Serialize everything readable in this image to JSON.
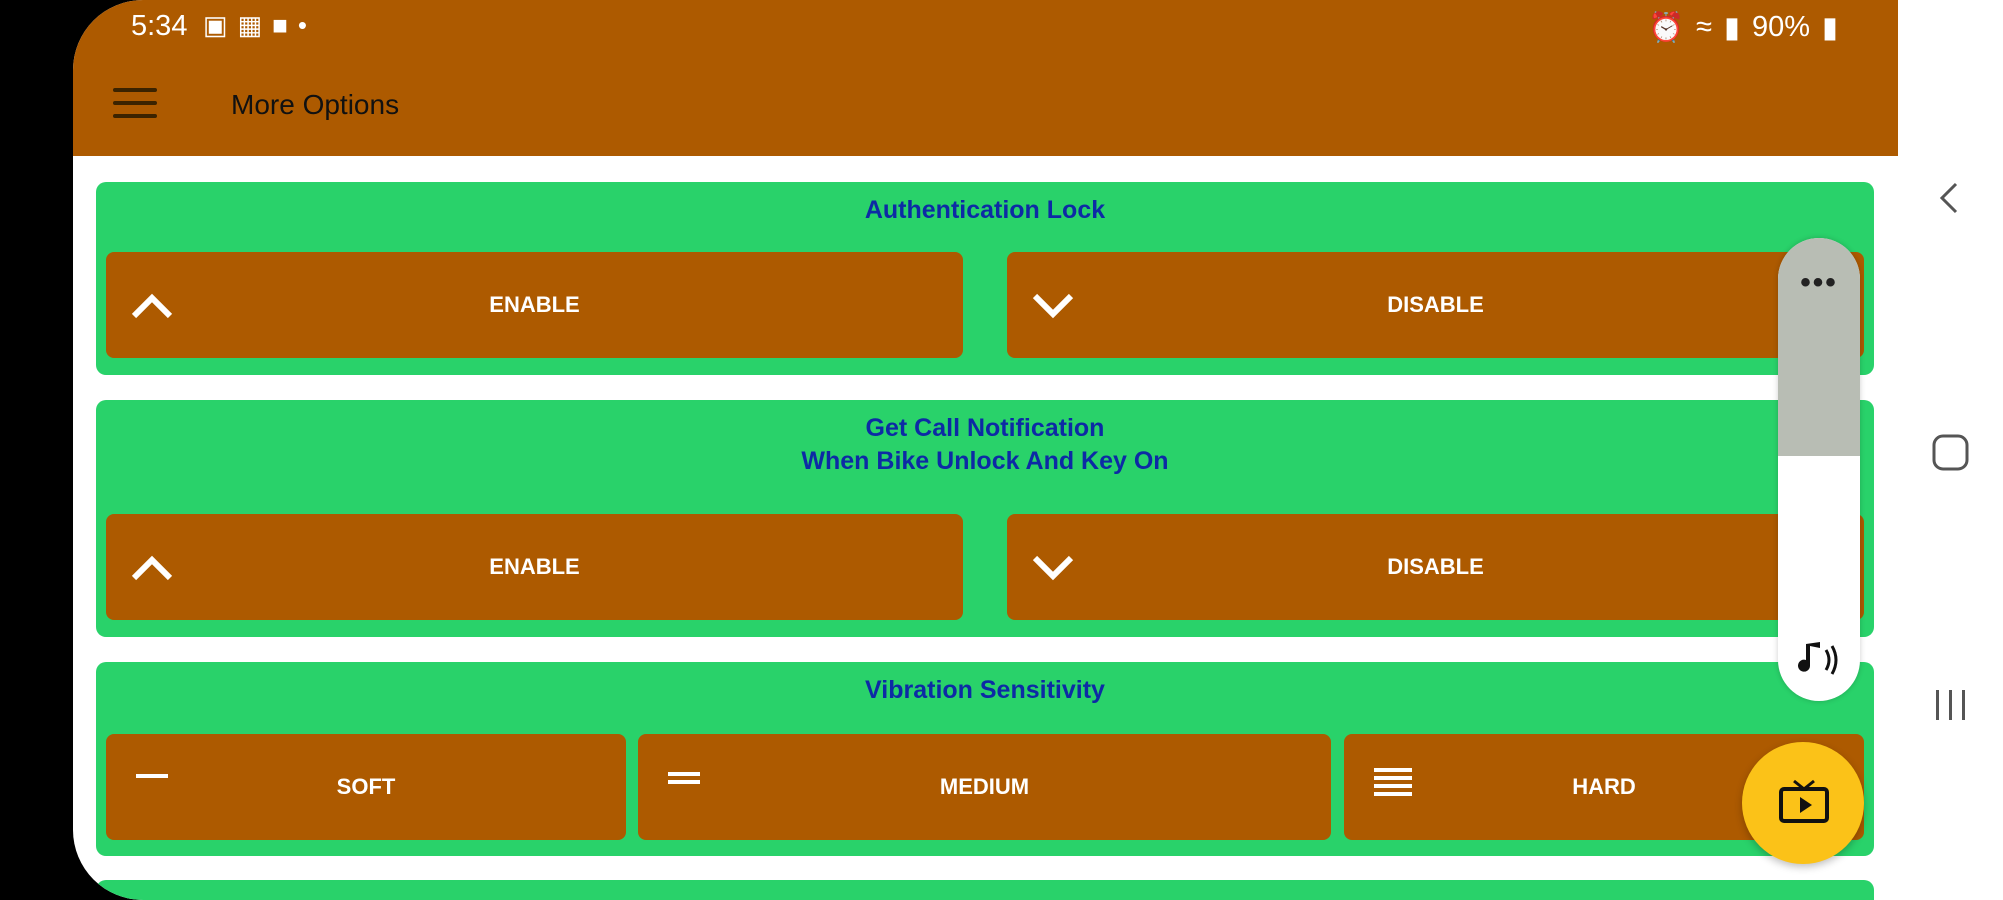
{
  "status_bar": {
    "time": "5:34",
    "battery": "90%",
    "icons": [
      "gallery-icon",
      "app-icon",
      "message-icon",
      "dot-icon",
      "alarm-icon",
      "wifi-icon",
      "signal-icon",
      "battery-icon"
    ]
  },
  "app_bar": {
    "title": "More Options"
  },
  "sections": {
    "auth_lock": {
      "title": "Authentication Lock",
      "enable": "ENABLE",
      "disable": "DISABLE"
    },
    "call_notify": {
      "title_line1": "Get Call Notification",
      "title_line2": "When Bike Unlock And Key On",
      "enable": "ENABLE",
      "disable": "DISABLE"
    },
    "vibration": {
      "title": "Vibration Sensitivity",
      "soft": "SOFT",
      "medium": "MEDIUM",
      "hard": "HARD"
    }
  },
  "volume_panel": {
    "menu": "•••",
    "level": 0.53
  },
  "colors": {
    "accent": "#ad5a00",
    "card": "#29d26a",
    "title_text": "#0d2aa5",
    "fab": "#fbc218"
  }
}
